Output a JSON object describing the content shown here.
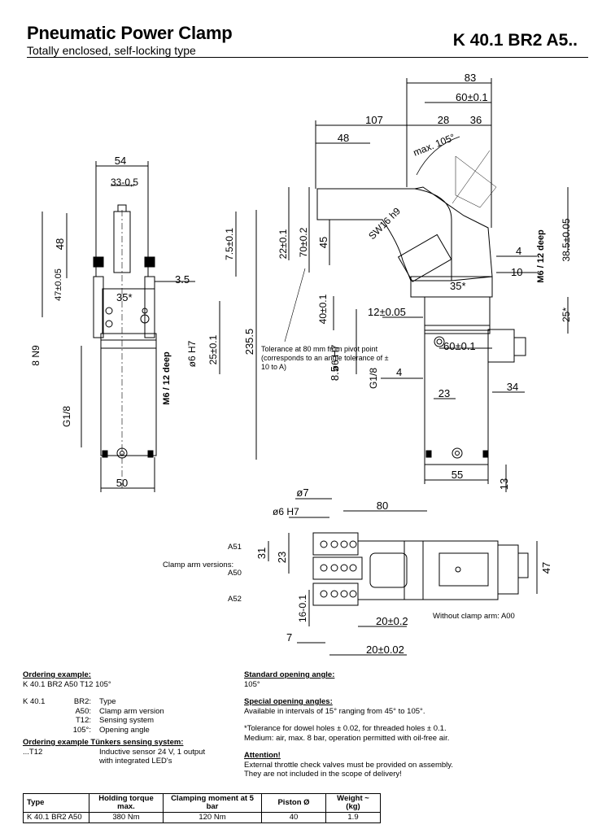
{
  "header": {
    "title": "Pneumatic Power Clamp",
    "subtitle": "Totally enclosed, self-locking type",
    "code": "K 40.1 BR2 A5.."
  },
  "drawing": {
    "left_view": {
      "dims": [
        "54",
        "33-0,5",
        "48",
        "47±0.05",
        "7.5±0.1",
        "3.5",
        "35*",
        "235.5",
        "25±0.1",
        "ø6 H7",
        "M6 / 12 deep",
        "8 N9",
        "G1/8",
        "50"
      ]
    },
    "right_view": {
      "dims": [
        "83",
        "60±0.1",
        "107",
        "48",
        "28",
        "36",
        "max. 105°",
        "SW16 h9",
        "22±0.1",
        "70±0.2",
        "45",
        "4",
        "10",
        "38.5±0.05",
        "M6 / 12 deep",
        "35*",
        "25*",
        "40±0.1",
        "12±0.05",
        "60±0.1",
        "ø6 H7",
        "8.5",
        "G1/8",
        "4",
        "23",
        "34",
        "55",
        "13"
      ],
      "tolerance_note": "Tolerance at 80 mm from pivot point (corresponds to an angle tolerance of ± 10 to A)"
    },
    "bottom_view": {
      "dims": [
        "ø7",
        "ø6 H7",
        "80",
        "31",
        "23",
        "16-0.1",
        "7",
        "20±0.2",
        "20±0.02",
        "47"
      ],
      "arm_label": "Clamp arm versions:",
      "versions": [
        "A51",
        "A50",
        "A52"
      ],
      "without_arm": "Without clamp arm: A00"
    }
  },
  "ordering": {
    "heading": "Ordering example:",
    "example": "K 40.1 BR2 A50 T12 105°",
    "rows": [
      {
        "code": "K 40.1",
        "part": "BR2:",
        "desc": "Type"
      },
      {
        "code": "",
        "part": "A50:",
        "desc": "Clamp arm version"
      },
      {
        "code": "",
        "part": "T12:",
        "desc": "Sensing system"
      },
      {
        "code": "",
        "part": "105°:",
        "desc": "Opening angle"
      }
    ],
    "sensing_heading": "Ordering example Tünkers sensing system:",
    "sensing_code": "...T12",
    "sensing_desc1": "Inductive sensor 24 V, 1 output",
    "sensing_desc2": "with integrated LED's"
  },
  "notes": {
    "standard_heading": "Standard opening angle:",
    "standard_value": "105°",
    "special_heading": "Special opening angles:",
    "special_value": "Available in intervals of 15° ranging from 45° to 105°.",
    "tolerance_line1": "*Tolerance for dowel holes ± 0.02, for threaded holes ± 0.1.",
    "tolerance_line2": "Medium: air, max. 8 bar, operation permitted with oil-free air.",
    "attention_heading": "Attention!",
    "attention_line1": "External throttle check valves must be provided on assembly.",
    "attention_line2": "They are not included in the scope of delivery!"
  },
  "spec_table": {
    "headers": [
      "Type",
      "Holding torque max.",
      "Clamping moment at 5 bar",
      "Piston Ø",
      "Weight ~ (kg)"
    ],
    "rows": [
      [
        "K 40.1 BR2 A50",
        "380 Nm",
        "120 Nm",
        "40",
        "1.9"
      ]
    ]
  }
}
